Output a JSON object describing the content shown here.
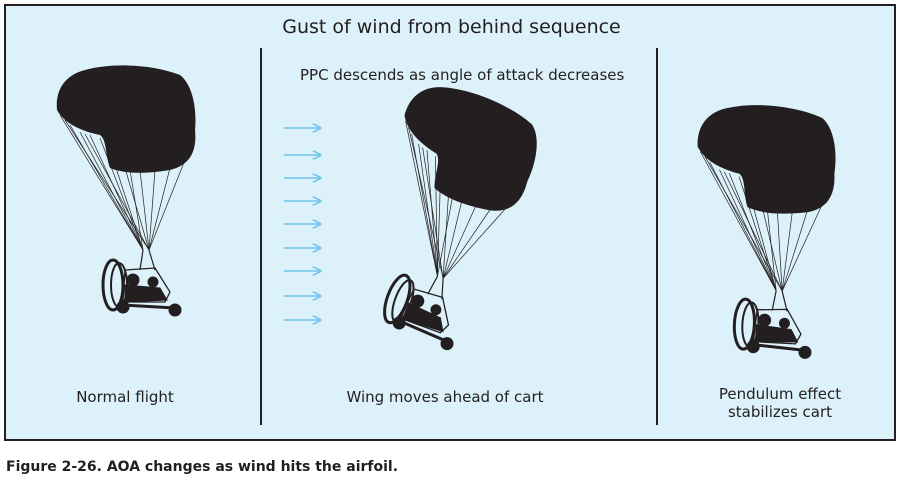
{
  "title": "Gust of wind from behind sequence",
  "subtitle": "PPC descends as angle of attack decreases",
  "panels": [
    {
      "label": "Normal flight"
    },
    {
      "label": "Wing moves ahead of cart"
    },
    {
      "label_line1": "Pendulum effect",
      "label_line2": "stabilizes cart"
    }
  ],
  "caption": "Figure 2-26. AOA changes as wind hits the airfoil.",
  "colors": {
    "background": "#dcf1f9",
    "arrow": "#6cc4e8",
    "silhouette": "#231f20"
  }
}
